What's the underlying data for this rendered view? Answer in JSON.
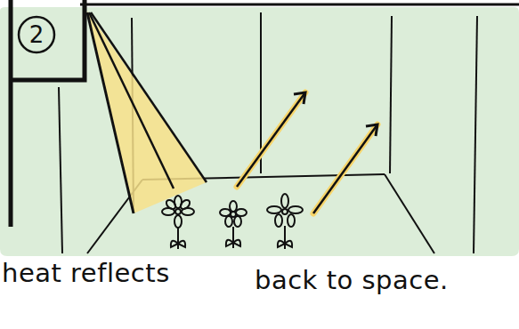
{
  "diagram": {
    "nodes": [
      {
        "text": [
          "2"
        ]
      }
    ],
    "labels": [
      "heat reflects",
      "back to space."
    ]
  }
}
